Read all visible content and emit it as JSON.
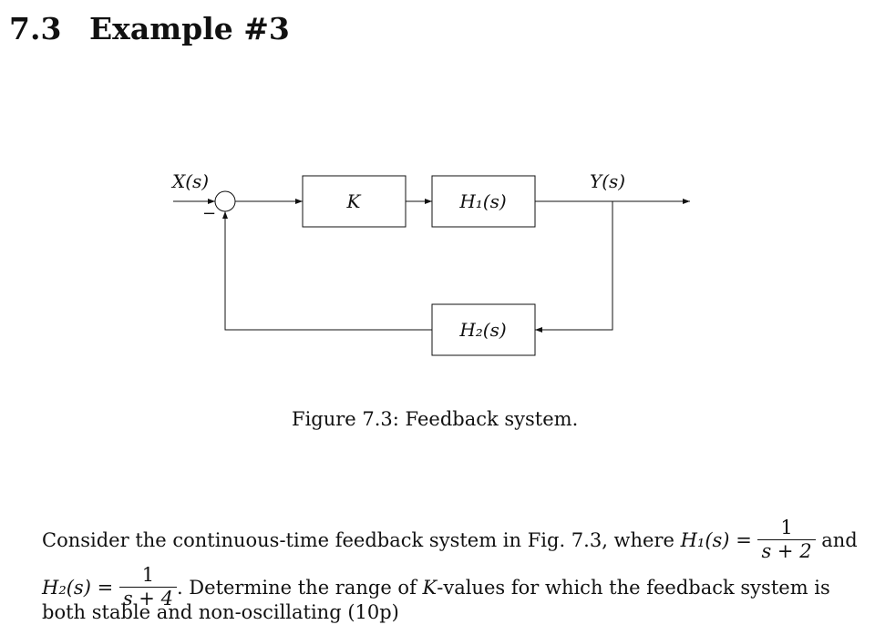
{
  "section": {
    "number": "7.3",
    "title": "Example #3"
  },
  "diagram": {
    "input_label": "X(s)",
    "output_label": "Y(s)",
    "minus_sign": "−",
    "block_k": "K",
    "block_h1": "H₁(s)",
    "block_h2": "H₂(s)"
  },
  "caption": "Figure 7.3: Feedback system.",
  "problem": {
    "p1_text": "Consider the continuous-time feedback system in Fig. 7.3, where ",
    "p1_h1": "H₁(s)",
    "p1_eq": " = ",
    "frac1_num": "1",
    "frac1_den": "s + 2",
    "p1_and": " and",
    "p2_h2": "H₂(s)",
    "p2_eq": " = ",
    "frac2_num": "1",
    "frac2_den": "s + 4",
    "p2_text_a": ". Determine the range of ",
    "p2_k": "K",
    "p2_text_b": "-values for which the feedback system is",
    "p3_text": "both stable and non-oscillating (10p)"
  }
}
